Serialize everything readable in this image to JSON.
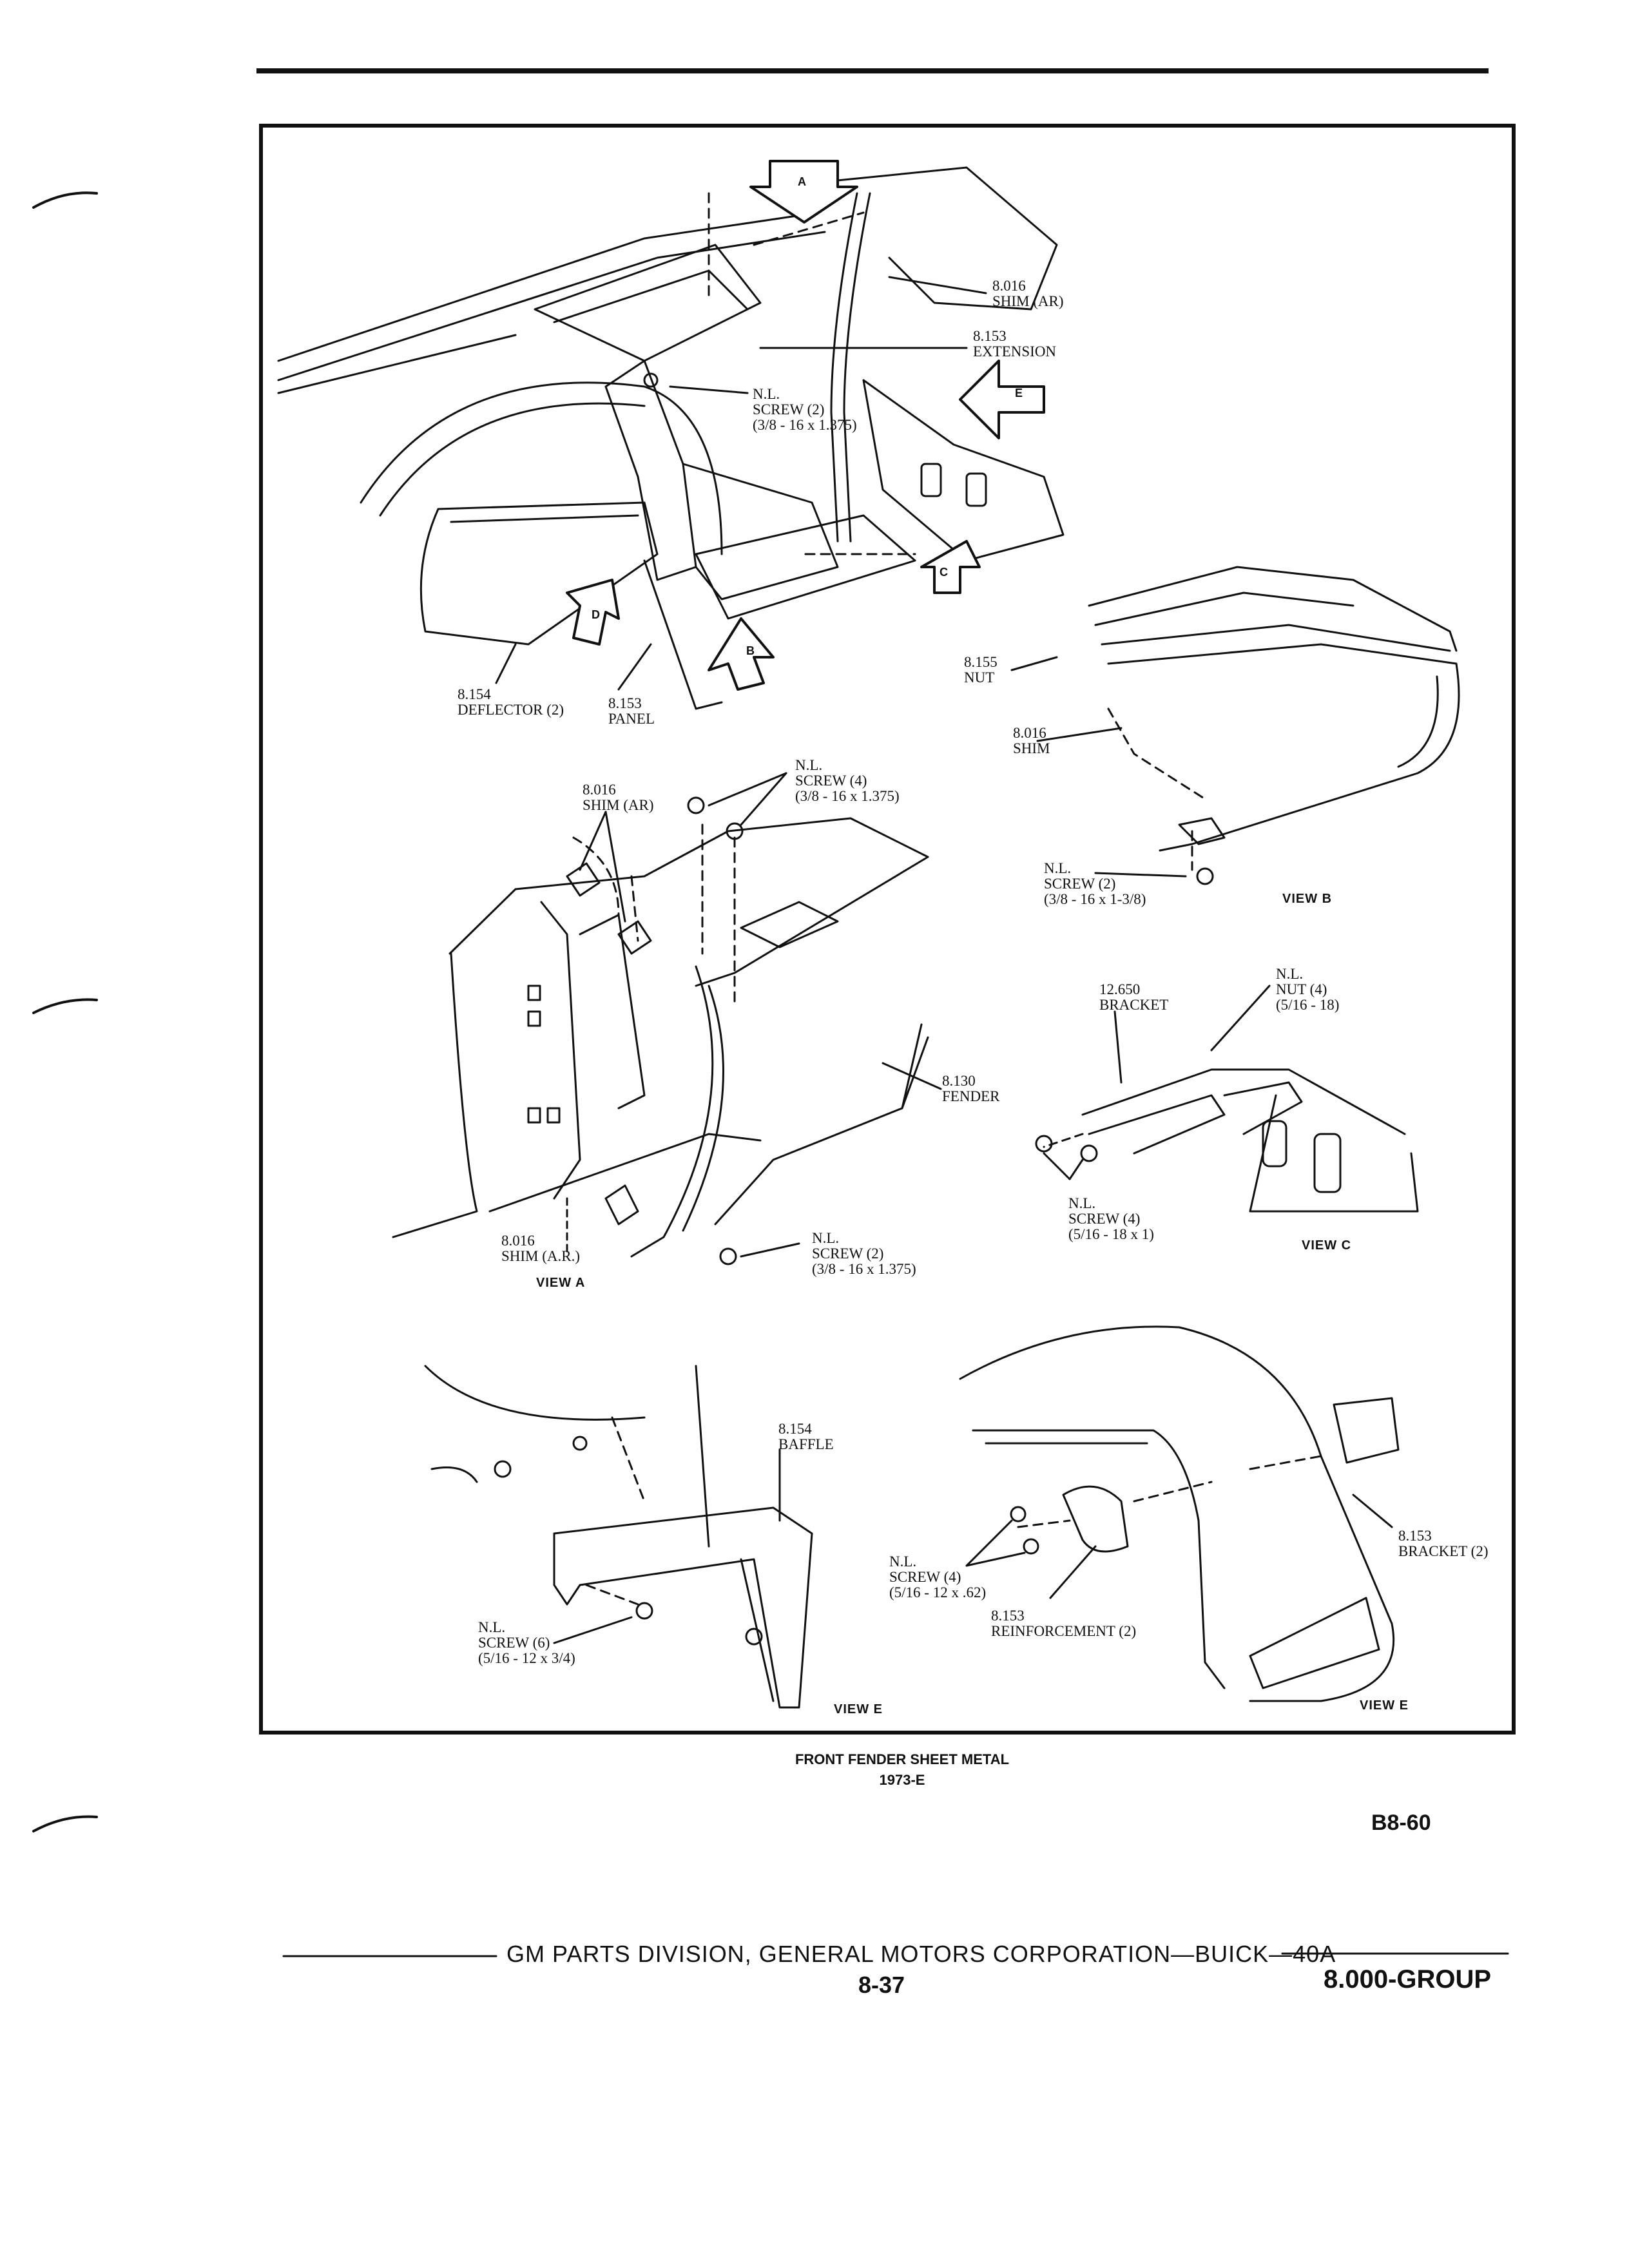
{
  "callouts": {
    "shim_ar_top": "8.016\nSHIM (AR)",
    "extension": "8.153\nEXTENSION",
    "screw_top": "N.L.\nSCREW (2)\n(3/8 - 16 x 1.375)",
    "deflector": "8.154\nDEFLECTOR (2)",
    "panel": "8.153\nPANEL",
    "nut_b": "8.155\nNUT",
    "shim_b": "8.016\nSHIM",
    "screw_b": "N.L.\nSCREW (2)\n(3/8 - 16 x 1-3/8)",
    "shim_ar_a": "8.016\nSHIM (AR)",
    "screw4_a": "N.L.\nSCREW (4)\n(3/8 - 16 x 1.375)",
    "fender": "8.130\nFENDER",
    "shim_a_bottom": "8.016\nSHIM (A.R.)",
    "screw2_a": "N.L.\nSCREW (2)\n(3/8 - 16 x 1.375)",
    "bracket_c": "12.650\nBRACKET",
    "nut_c": "N.L.\nNUT (4)\n(5/16 - 18)",
    "screw_c": "N.L.\nSCREW (4)\n(5/16 - 18 x 1)",
    "baffle": "8.154\nBAFFLE",
    "screw6": "N.L.\nSCREW (6)\n(5/16 - 12 x 3/4)",
    "screw4_e": "N.L.\nSCREW (4)\n(5/16 - 12 x .62)",
    "reinforcement": "8.153\nREINFORCEMENT (2)",
    "bracket_e": "8.153\nBRACKET (2)"
  },
  "arrows": {
    "a": "A",
    "b": "B",
    "c": "C",
    "d": "D",
    "e": "E"
  },
  "views": {
    "view_a": "VIEW A",
    "view_b": "VIEW B",
    "view_c": "VIEW C",
    "view_d": "VIEW E",
    "view_e": "VIEW E"
  },
  "caption": {
    "title": "FRONT FENDER SHEET METAL",
    "subtitle": "1973-E"
  },
  "page_code": "B8-60",
  "footer": {
    "publisher": "GM PARTS DIVISION, GENERAL MOTORS CORPORATION—BUICK—40A",
    "page_number": "8-37",
    "group": "8.000-GROUP"
  }
}
